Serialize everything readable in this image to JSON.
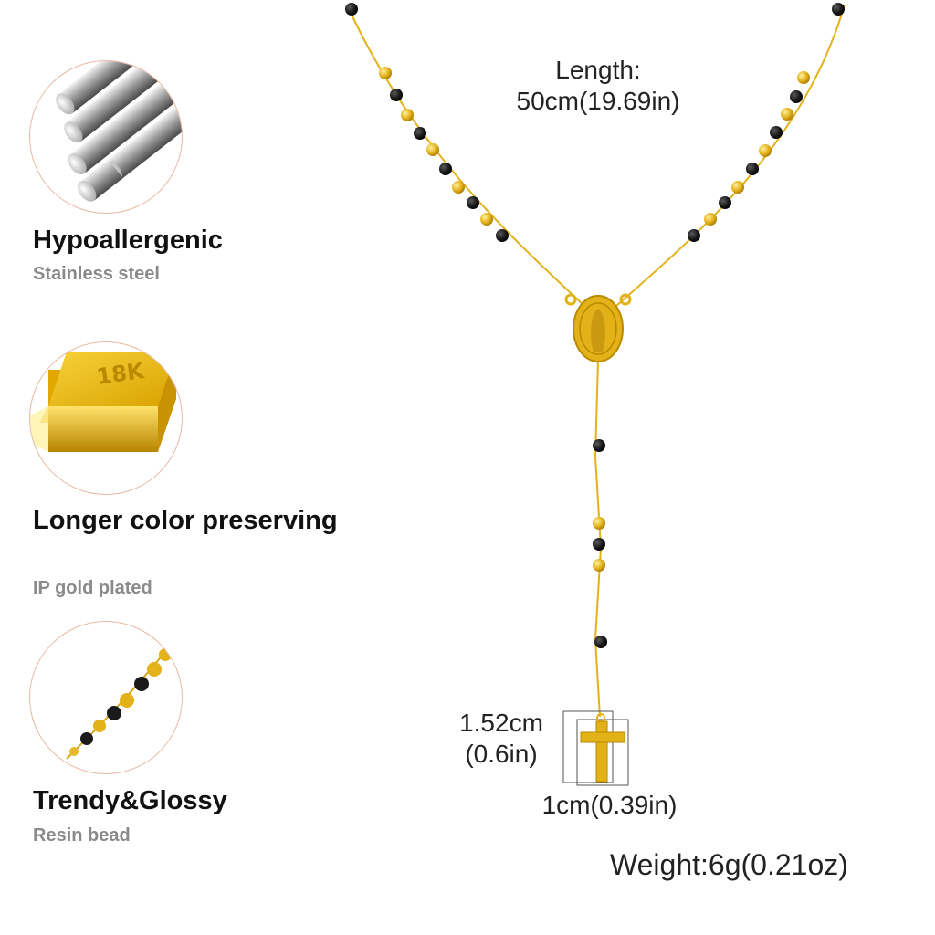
{
  "features": [
    {
      "icon": "steel-rods-icon",
      "title": "Hypoallergenic",
      "subtitle": "Stainless steel"
    },
    {
      "icon": "gold-bar-icon",
      "title": "Longer color preserving",
      "subtitle": "IP gold plated",
      "bar_stamp": "18K"
    },
    {
      "icon": "bead-chain-icon",
      "title": "Trendy&Glossy",
      "subtitle": "Resin bead"
    }
  ],
  "measurements": {
    "length_label": "Length:",
    "length_value": "50cm(19.69in)",
    "cross_height": "1.52cm",
    "cross_height_in": "(0.6in)",
    "cross_width": "1cm(0.39in)",
    "weight": "Weight:6g(0.21oz)"
  },
  "colors": {
    "gold": "#e3b118",
    "bead_black": "#1a1a1a",
    "circle_border": "#e7b8a3",
    "subtitle_gray": "#8a8a8a"
  }
}
